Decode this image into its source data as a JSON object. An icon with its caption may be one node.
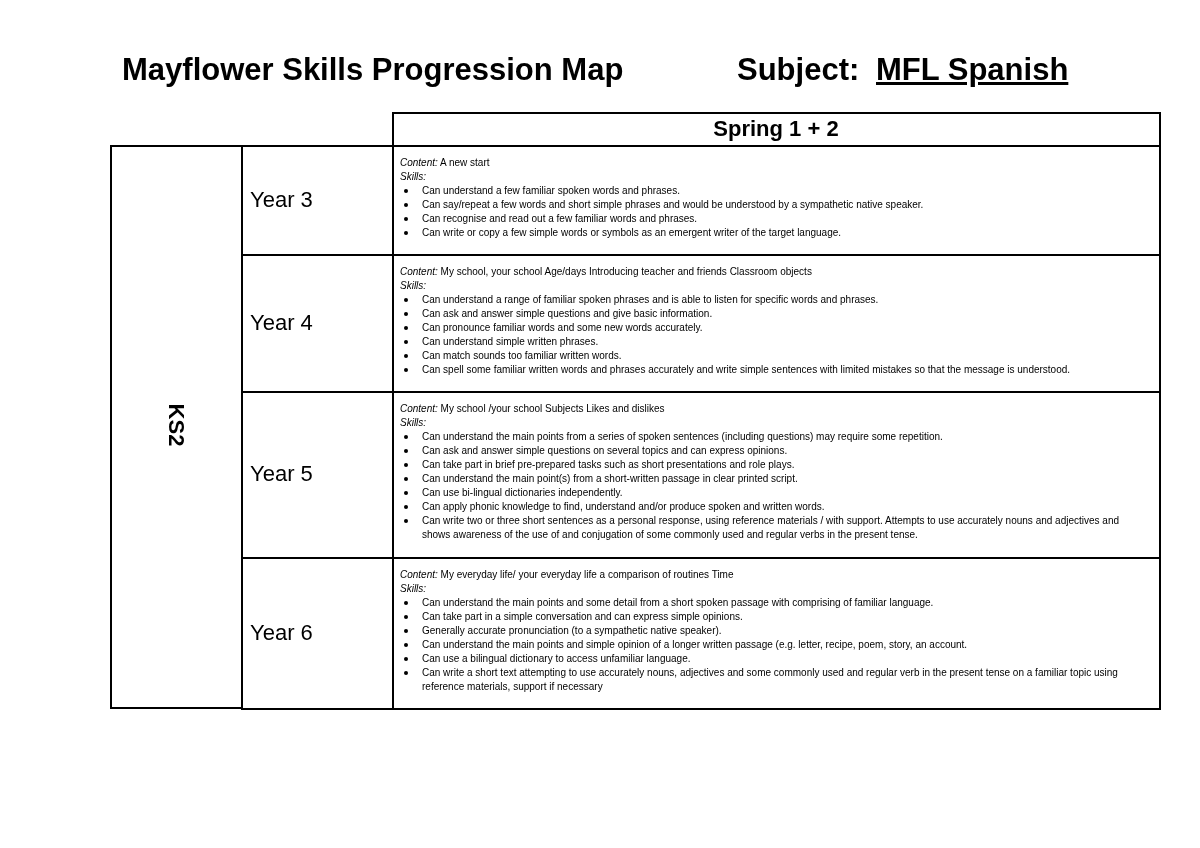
{
  "diagram": {
    "title": "Mayflower Skills Progression Map",
    "labels": [
      "Subject:",
      "MFL Spanish",
      "Spring 1 + 2",
      "KS2",
      "Year 3",
      "*Content:* A new start",
      "Skills:",
      "Can understand a few familiar spoken words and phrases.",
      "Can say/repeat a few words and short simple phrases and would be understood by a sympathetic native speaker.",
      "Can recognise and read out a few familiar words and phrases.",
      "Can write or copy a few simple words or symbols as an emergent writer of the target language.",
      "Year 4",
      "*Content:* My school, your school Age/days Introducing teacher and friends Classroom objects",
      "Skills:",
      "Can understand a range of familiar spoken phrases and is able to listen for specific words and phrases.",
      "Can ask and answer simple questions and give basic information.",
      "Can pronounce familiar words and some new words accurately.",
      "Can understand simple written phrases.",
      "Can match sounds too familiar written words.",
      "Can spell some familiar written words and phrases accurately and write simple sentences with limited mistakes so that the message is understood.",
      "Year 5",
      "*Content:* My school /your school Subjects Likes and dislikes",
      "Skills:",
      "Can understand the main points from a series of spoken sentences (including questions) may require some repetition.",
      "Can ask and answer simple questions on several topics and can express opinions.",
      "Can take part in brief pre-prepared tasks such as short presentations and role plays.",
      "Can understand the main point(s) from a short-written passage in clear printed script.",
      "Can use bi-lingual dictionaries independently.",
      "Can apply phonic knowledge to find, understand and/or produce spoken and written words.",
      "Can write two or three short sentences as a personal response, using reference materials / with support. Attempts to use accurately nouns and adjectives and shows awareness of the use of and conjugation of some commonly used and regular verbs in the present tense.",
      "Year 6",
      "*Content:* My everyday life/ your everyday life a comparison of routines Time",
      "Skills:",
      "Can understand the main points and some detail from a short spoken passage with comprising of familiar language.",
      "Can take part in a simple conversation and can express simple opinions.",
      "Generally accurate pronunciation (to a sympathetic native speaker).",
      "Can understand the main points and simple opinion of a longer written passage (e.g. letter, recipe, poem, story, an account.",
      "Can use a bilingual dictionary to access unfamiliar language.",
      "Can write a short text attempting to use accurately nouns, adjectives and some commonly used and regular verb in the present tense on a familiar topic using reference materials, support if necessary"
    ]
  }
}
